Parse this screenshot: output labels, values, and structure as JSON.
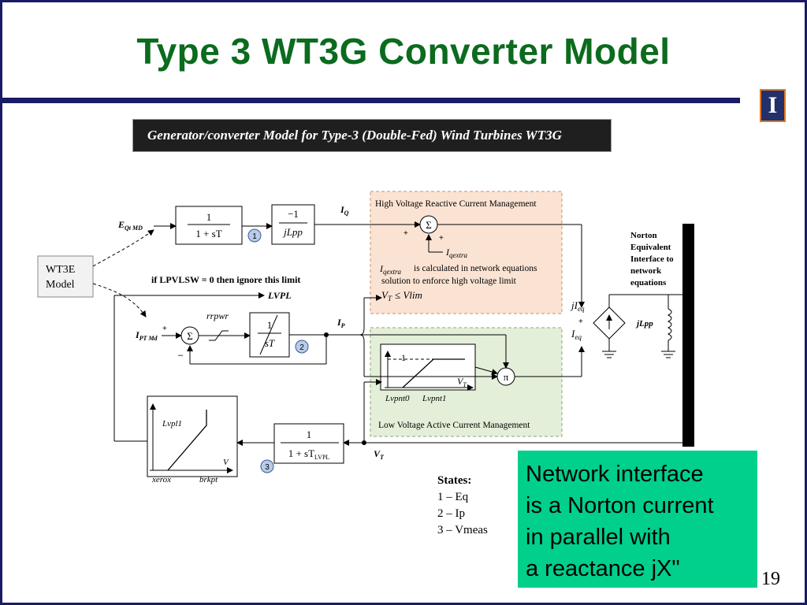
{
  "slide": {
    "title": "Type 3 WT3G Converter Model",
    "page_number": "19",
    "logo_letter": "I"
  },
  "diagram": {
    "header": "Generator/converter Model for Type-3 (Double-Fed) Wind Turbines WT3G",
    "wt3e_block": [
      "WT3E",
      "Model"
    ],
    "inputs": {
      "eq_cmd": "E",
      "eq_cmd_sub": "Qt MD",
      "ip_cmd": "I",
      "ip_cmd_sub": "PT Md"
    },
    "lag_block_1": {
      "num": "1",
      "den": "1 + sT"
    },
    "gain_block": {
      "num": "−1",
      "den": "jLpp"
    },
    "integrator_block": {
      "num": "1",
      "den": "sT"
    },
    "meas_block": {
      "num": "1",
      "den": "1 + sT",
      "den_sub": "LVPL"
    },
    "state_markers": [
      "1",
      "2",
      "3"
    ],
    "signals": {
      "iq": "I",
      "iq_sub": "Q",
      "ip": "I",
      "ip_sub": "P",
      "vt": "V",
      "vt_sub": "T",
      "lvpl": "LVPL",
      "rrpwr": "rrpwr"
    },
    "lvplsw_note": "if LPVLSW = 0 then ignore this limit",
    "hv_box": {
      "title": "High Voltage Reactive Current Management",
      "iqextra": "I",
      "iqextra_sub": "qextra",
      "note_line1": "is calculated in network equations",
      "note_line2": "solution to enforce high voltage limit",
      "condition": "V",
      "condition_tail": "≤ Vlim"
    },
    "lv_box": {
      "title": "Low Voltage Active Current Management",
      "one": "1",
      "vt": "V",
      "vt_sub": "T",
      "x_label_0": "Lvpnt0",
      "x_label_1": "Lvpnt1"
    },
    "lvpl_curve": {
      "y_label": "Lvpl1",
      "x_label": "V",
      "tick_0": "xerox",
      "tick_1": "brkpt"
    },
    "sum_symbol": "Σ",
    "pi_symbol": "π",
    "norton": {
      "label": [
        "Norton",
        "Equivalent",
        "Interface to",
        "network",
        "equations"
      ],
      "current_label": "jI",
      "current_sub": "eq",
      "real_label": "I",
      "real_sub": "eq",
      "reactance_label": "jLpp"
    }
  },
  "states": {
    "heading": "States:",
    "items": [
      "1 – Eq",
      "2 – Ip",
      "3 – Vmeas"
    ]
  },
  "callout": {
    "lines": [
      "Network interface",
      "is a Norton current",
      "in parallel with",
      "a reactance jX\""
    ]
  }
}
